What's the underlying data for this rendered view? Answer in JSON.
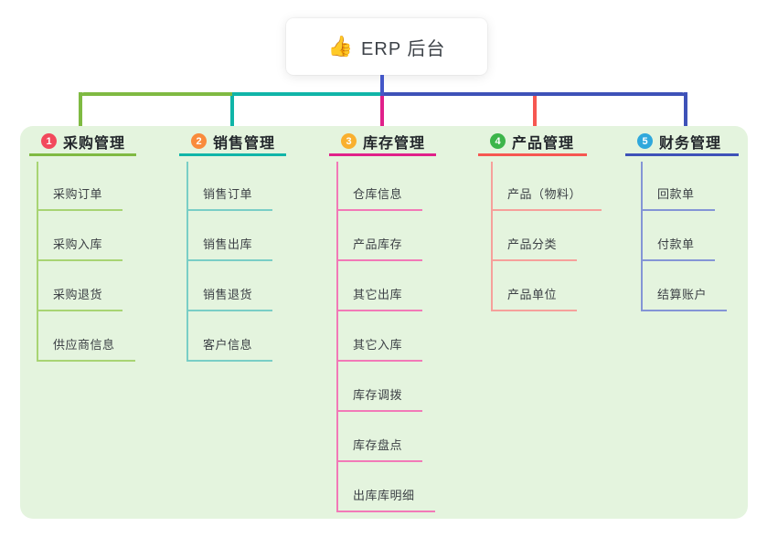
{
  "root": {
    "emoji": "👍",
    "label": "ERP 后台"
  },
  "connector": {
    "stem_color": "#4457c8"
  },
  "panel": {
    "background": "#e4f4de"
  },
  "branches": [
    {
      "number": "1",
      "label": "采购管理",
      "color": "#7fba42",
      "light_color": "#a8d473",
      "badge_color": "#f2495c",
      "items": [
        "采购订单",
        "采购入库",
        "采购退货",
        "供应商信息"
      ]
    },
    {
      "number": "2",
      "label": "销售管理",
      "color": "#10b5a8",
      "light_color": "#79cec6",
      "badge_color": "#f98b3c",
      "items": [
        "销售订单",
        "销售出库",
        "销售退货",
        "客户信息"
      ]
    },
    {
      "number": "3",
      "label": "库存管理",
      "color": "#e0218a",
      "light_color": "#f279b7",
      "badge_color": "#f9b02f",
      "items": [
        "仓库信息",
        "产品库存",
        "其它出库",
        "其它入库",
        "库存调拨",
        "库存盘点",
        "出库库明细"
      ]
    },
    {
      "number": "4",
      "label": "产品管理",
      "color": "#f65751",
      "light_color": "#f6a09b",
      "badge_color": "#3cb54a",
      "items": [
        "产品（物料）",
        "产品分类",
        "产品单位"
      ]
    },
    {
      "number": "5",
      "label": "财务管理",
      "color": "#3e52b8",
      "light_color": "#8495d6",
      "badge_color": "#2fa8dc",
      "items": [
        "回款单",
        "付款单",
        "结算账户"
      ]
    }
  ]
}
